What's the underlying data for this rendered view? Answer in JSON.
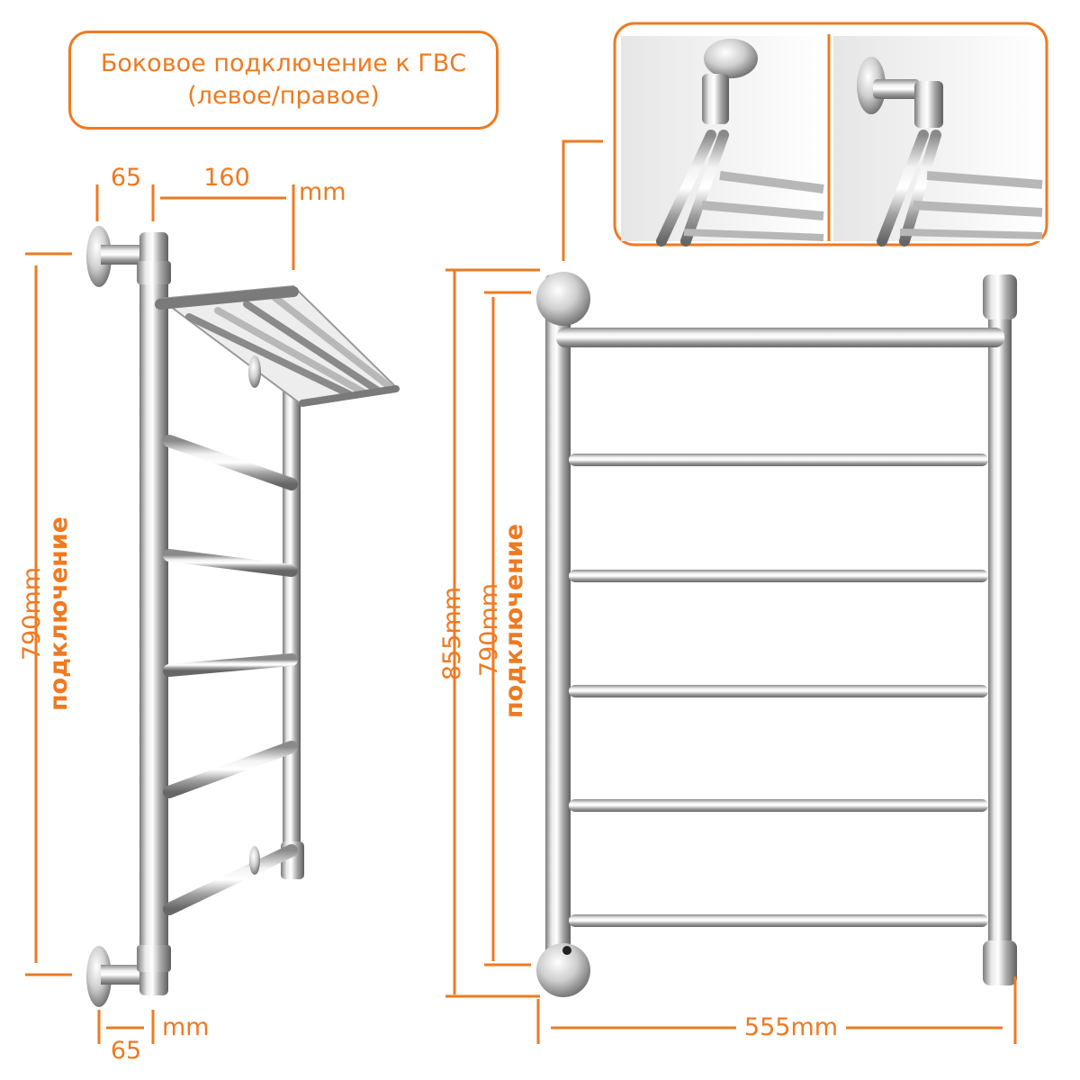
{
  "title": {
    "line1": "Боковое подключение к ГВС",
    "line2": "(левое/правое)"
  },
  "side_view": {
    "top_left_dim": "65",
    "top_right_dim": "160",
    "top_unit": "mm",
    "height_dim": "790mm",
    "height_caption": "подключение",
    "bottom_dim": "65",
    "bottom_unit": "mm",
    "front_rungs": 5
  },
  "front_view": {
    "total_height_dim": "855mm",
    "connection_height_dim": "790mm",
    "connection_caption": "подключение",
    "width_dim": "555mm",
    "rungs": 6
  },
  "colors": {
    "accent": "#ee7a22",
    "chrome_light": "#f4f4f4",
    "chrome_mid": "#b9b9b9",
    "chrome_dark": "#6d6d6d"
  },
  "icons": [
    "side-view-towel-rail-icon",
    "front-view-towel-rail-icon",
    "mount-detail-icon"
  ]
}
